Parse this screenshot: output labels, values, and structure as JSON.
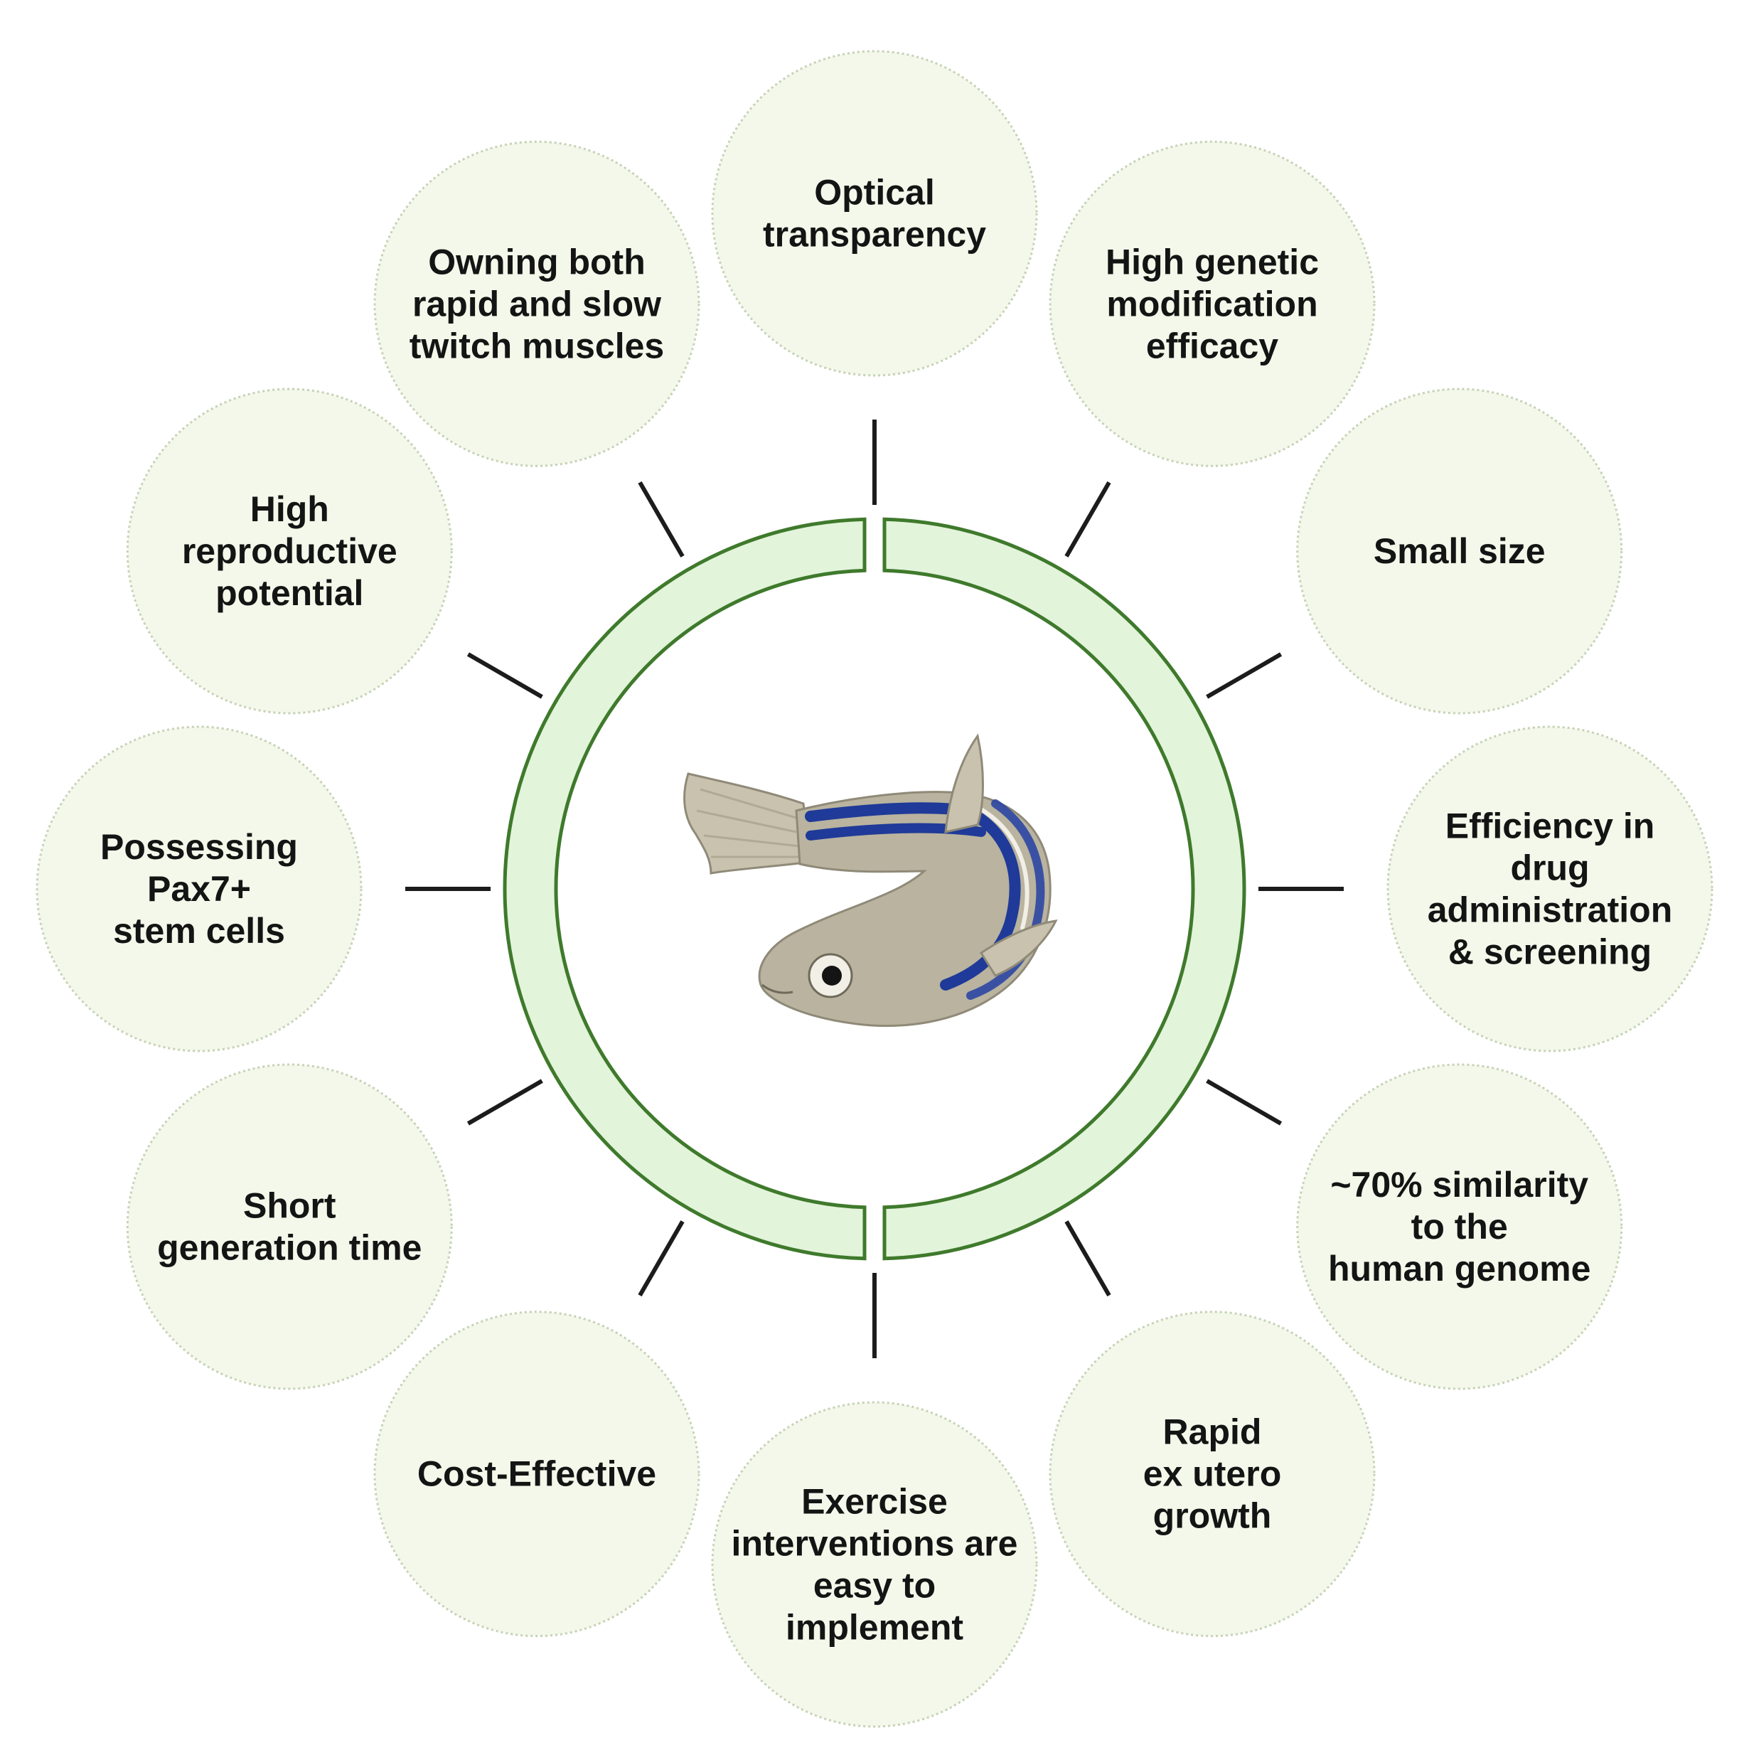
{
  "nodes": [
    {
      "id": "optical-transparency",
      "lines": [
        "Optical",
        "transparency"
      ]
    },
    {
      "id": "high-genetic-modification-efficacy",
      "lines": [
        "High genetic",
        "modification",
        "efficacy"
      ]
    },
    {
      "id": "small-size",
      "lines": [
        "Small size"
      ]
    },
    {
      "id": "efficiency-drug-administration",
      "lines": [
        "Efficiency in",
        "drug",
        "administration",
        "& screening"
      ]
    },
    {
      "id": "genome-similarity",
      "lines": [
        "~70% similarity",
        "to the",
        "human genome"
      ]
    },
    {
      "id": "rapid-ex-utero-growth",
      "lines": [
        "Rapid",
        "ex utero",
        "growth"
      ]
    },
    {
      "id": "exercise-interventions",
      "lines": [
        "Exercise",
        "interventions are",
        "easy to",
        "implement"
      ]
    },
    {
      "id": "cost-effective",
      "lines": [
        "Cost-Effective"
      ]
    },
    {
      "id": "short-generation-time",
      "lines": [
        "Short",
        "generation time"
      ]
    },
    {
      "id": "pax7-stem-cells",
      "lines": [
        "Possessing",
        "Pax7+",
        "stem cells"
      ]
    },
    {
      "id": "high-reproductive-potential",
      "lines": [
        "High",
        "reproductive",
        "potential"
      ]
    },
    {
      "id": "rapid-slow-twitch-muscles",
      "lines": [
        "Owning both",
        "rapid and slow",
        "twitch muscles"
      ]
    }
  ],
  "colors": {
    "bubble_fill": "#f3f8ea",
    "bubble_stroke": "#c6d2b6",
    "ring_fill": "#e2f4da",
    "ring_stroke": "#3f7a2c",
    "connector": "#1c1c1c",
    "text": "#141414",
    "fish_body": "#b9b39f",
    "fish_stripe": "#1f3a98"
  }
}
